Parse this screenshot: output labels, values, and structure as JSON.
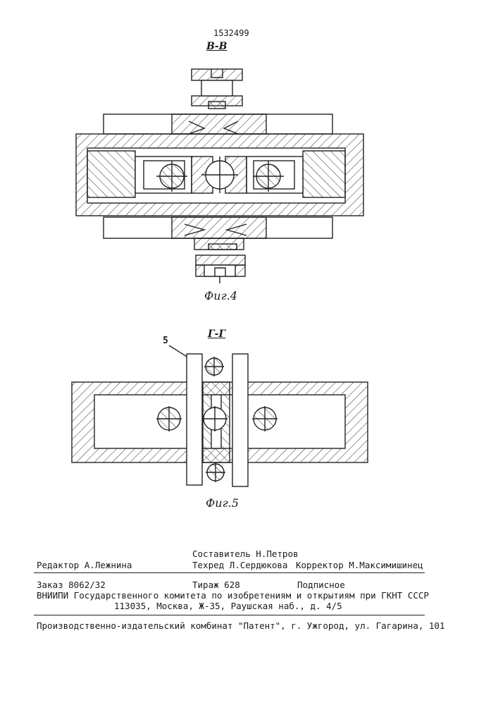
{
  "patent_number": "1532499",
  "figure4": {
    "section_label": "В-В",
    "caption": "Фиг.4"
  },
  "figure5": {
    "section_label": "Г-Г",
    "caption": "Фиг.5",
    "part_label": "5"
  },
  "imprint": {
    "compiler": "Составитель Н.Петров",
    "editor": "Редактор А.Лежнина",
    "techred": "Техред Л.Сердюкова",
    "corrector": "Корректор М.Максимишинец",
    "order": "Заказ 8062/32",
    "print_run": "Тираж 628",
    "subscription": "Подписное",
    "institute": "ВНИИПИ Государственного комитета по изобретениям и открытиям при ГКНТ СССР",
    "address": "113035, Москва, Ж-35, Раушская наб., д. 4/5",
    "publisher": "Производственно-издательский комбинат \"Патент\", г. Ужгород, ул. Гагарина, 101"
  }
}
